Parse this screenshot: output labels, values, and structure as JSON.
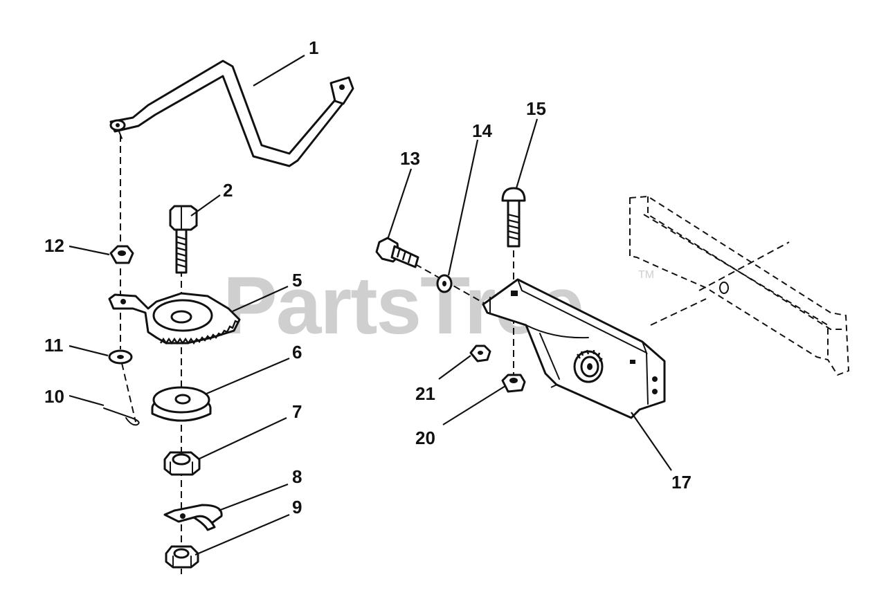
{
  "watermark": {
    "text": "PartsTree",
    "trademark": "TM",
    "color": "#cfcfcf"
  },
  "labels": {
    "n1": "1",
    "n2": "2",
    "n5": "5",
    "n6": "6",
    "n7": "7",
    "n8": "8",
    "n9": "9",
    "n10": "10",
    "n11": "11",
    "n12": "12",
    "n13": "13",
    "n14": "14",
    "n15": "15",
    "n17": "17",
    "n20": "20",
    "n21": "21"
  },
  "colors": {
    "ink": "#111111",
    "background": "#ffffff"
  }
}
